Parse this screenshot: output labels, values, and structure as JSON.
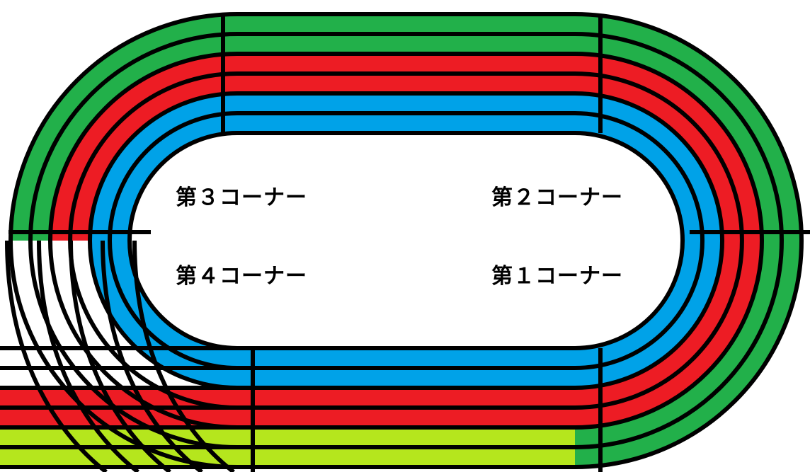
{
  "colors": {
    "outline": "#000000",
    "outer_lanes": "#22b04a",
    "middle_lanes": "#ed1c24",
    "inner_lanes": "#00a2e8",
    "lower_back_lanes": "#b5e61d",
    "infield": "#ffffff"
  },
  "corners": {
    "corner_3": "第３コーナー",
    "corner_2": "第２コーナー",
    "corner_4": "第４コーナー",
    "corner_1": "第１コーナー"
  }
}
